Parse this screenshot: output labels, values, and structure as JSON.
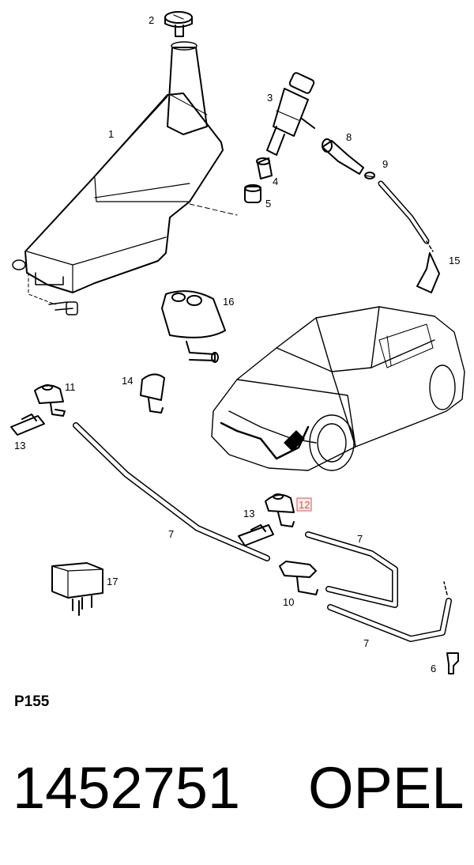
{
  "callouts": {
    "c1": "1",
    "c2": "2",
    "c3": "3",
    "c4": "4",
    "c5": "5",
    "c6": "6",
    "c7a": "7",
    "c7b": "7",
    "c7c": "7",
    "c8": "8",
    "c9": "9",
    "c10": "10",
    "c11": "11",
    "c12": "12",
    "c13a": "13",
    "c13b": "13",
    "c14": "14",
    "c15": "15",
    "c16": "16",
    "c17": "17"
  },
  "highlighted_callout": "12",
  "highlight_color": "#d9534f",
  "diagram_code": "P155",
  "part_number": "1452751",
  "brand": "OPEL"
}
